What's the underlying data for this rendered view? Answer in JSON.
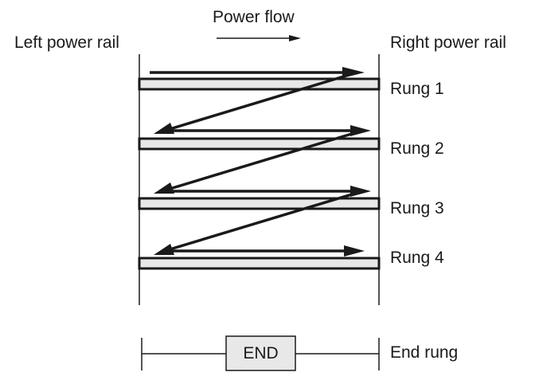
{
  "title": "Power flow",
  "left_rail_label": "Left power rail",
  "right_rail_label": "Right power rail",
  "rungs": [
    {
      "label": "Rung 1"
    },
    {
      "label": "Rung 2"
    },
    {
      "label": "Rung 3"
    },
    {
      "label": "Rung 4"
    }
  ],
  "end_rung": {
    "label": "End rung",
    "box_text": "END"
  },
  "colors": {
    "line": "#1a1a1a",
    "rung_fill": "#e8e8e8"
  }
}
